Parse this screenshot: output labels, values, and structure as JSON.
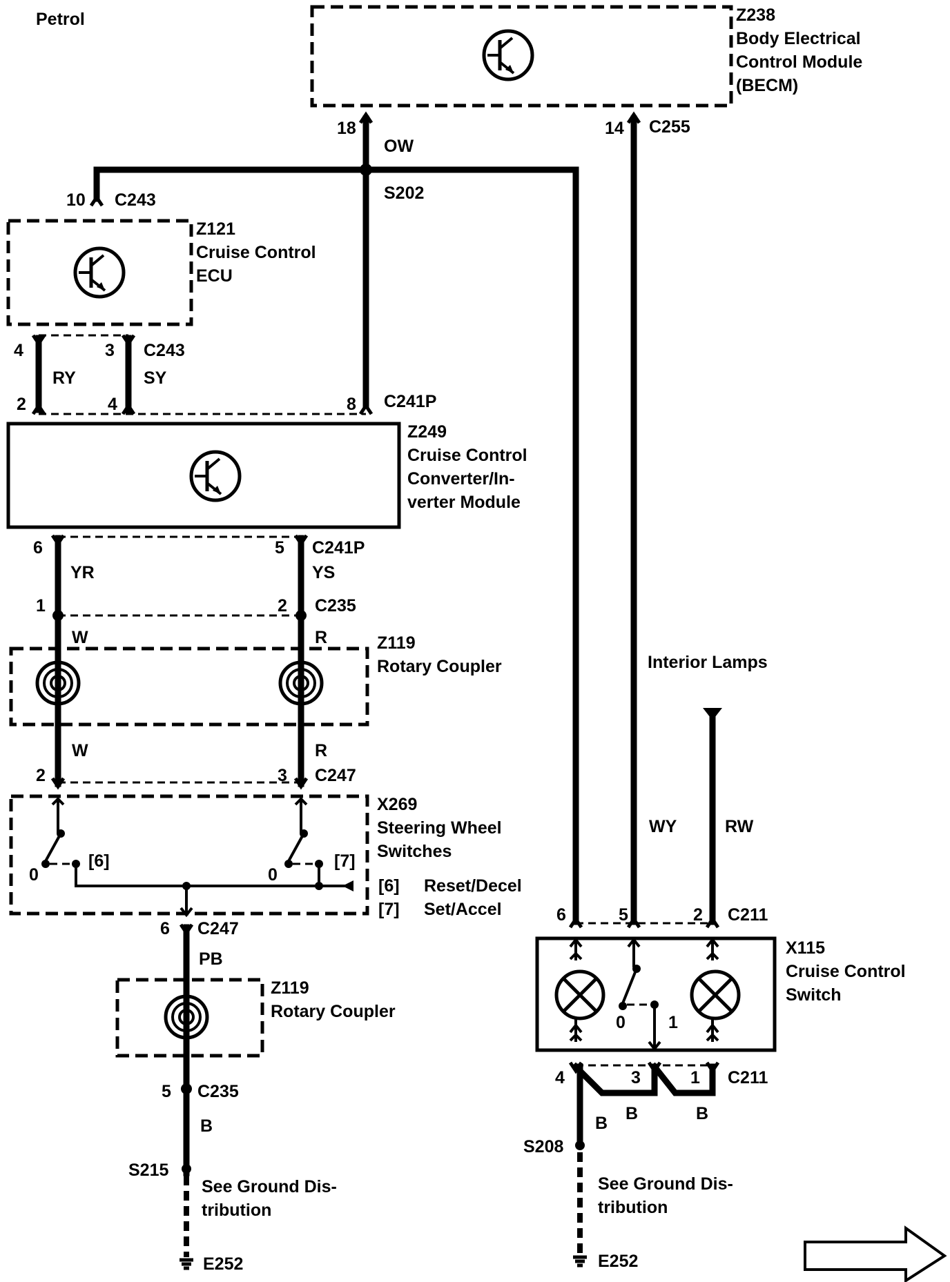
{
  "header": {
    "title": "Petrol"
  },
  "modules": {
    "becm": {
      "id": "Z238",
      "line1": "Body Electrical",
      "line2": "Control Module",
      "line3": "(BECM)"
    },
    "ecu": {
      "id": "Z121",
      "line1": "Cruise Control",
      "line2": "ECU"
    },
    "converter": {
      "id": "Z249",
      "line1": "Cruise Control",
      "line2": "Converter/In-",
      "line3": "verter Module"
    },
    "rotary1": {
      "id": "Z119",
      "line1": "Rotary Coupler"
    },
    "steering": {
      "id": "X269",
      "line1": "Steering Wheel",
      "line2": "Switches"
    },
    "rotary2": {
      "id": "Z119",
      "line1": "Rotary Coupler"
    },
    "cruise_switch": {
      "id": "X115",
      "line1": "Cruise Control",
      "line2": "Switch"
    }
  },
  "connectors": {
    "c255": "C255",
    "c243a": "C243",
    "c243b": "C243",
    "c241p_a": "C241P",
    "c241p_b": "C241P",
    "c235_a": "C235",
    "c247_a": "C247",
    "c247_b": "C247",
    "c235_b": "C235",
    "c211_a": "C211",
    "c211_b": "C211"
  },
  "splices": {
    "s202": "S202",
    "s215": "S215",
    "s208": "S208"
  },
  "grounds": {
    "left": "E252",
    "right": "E252"
  },
  "wires": {
    "ow": "OW",
    "ry": "RY",
    "sy": "SY",
    "yr": "YR",
    "ys": "YS",
    "w1": "W",
    "r1": "R",
    "w2": "W",
    "r2": "R",
    "pb": "PB",
    "b_left": "B",
    "wy": "WY",
    "rw": "RW",
    "b1": "B",
    "b2": "B",
    "b3": "B"
  },
  "pins": {
    "p18": "18",
    "p14": "14",
    "p10": "10",
    "p4a": "4",
    "p3a": "3",
    "p2a": "2",
    "p4b": "4",
    "p8": "8",
    "p6a": "6",
    "p5a": "5",
    "p1a": "1",
    "p2b": "2",
    "p2c": "2",
    "p3b": "3",
    "p6b": "6",
    "p5b": "5",
    "p6c": "6",
    "p5c": "5",
    "p2d": "2",
    "p4c": "4",
    "p3c": "3",
    "p1b": "1"
  },
  "switch_states": {
    "s6_label": "[6]",
    "s7_label": "[7]",
    "s6_zero": "0",
    "s7_zero": "0",
    "x115_zero": "0",
    "x115_one": "1"
  },
  "legend": {
    "k6": "[6]",
    "v6": "Reset/Decel",
    "k7": "[7]",
    "v7": "Set/Accel"
  },
  "notes": {
    "interior_lamps": "Interior Lamps",
    "ground_left_1": "See Ground Dis-",
    "ground_left_2": "tribution",
    "ground_right_1": "See Ground Dis-",
    "ground_right_2": "tribution"
  },
  "icons": [
    "transistor-icon",
    "coil-icon",
    "lamp-icon",
    "switch-icon",
    "ground-icon",
    "next-page-arrow-icon"
  ]
}
